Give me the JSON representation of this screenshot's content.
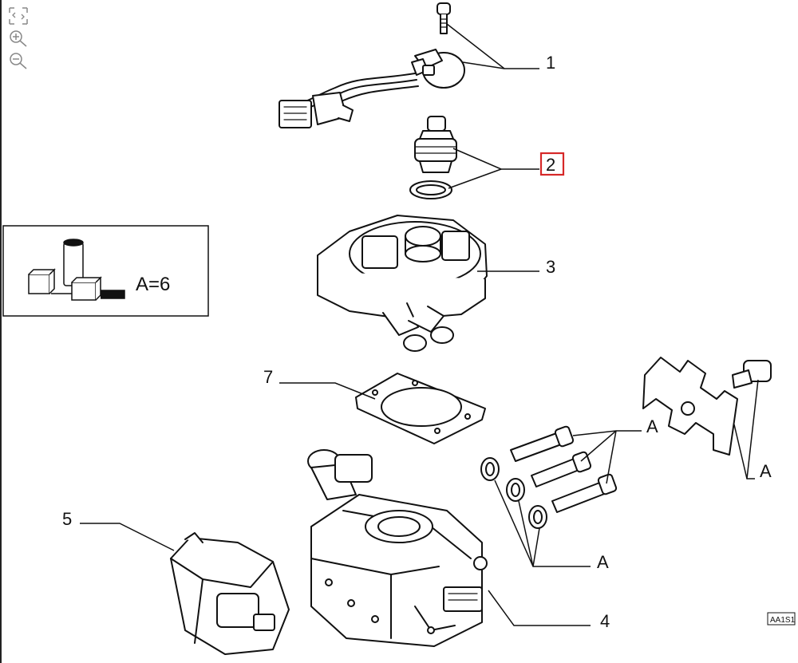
{
  "toolbar": {
    "buttons": [
      {
        "name": "fit-view-icon"
      },
      {
        "name": "zoom-in-icon"
      },
      {
        "name": "zoom-out-icon"
      }
    ]
  },
  "legend": {
    "text": "A=6"
  },
  "callouts": {
    "c1": "1",
    "c2": "2",
    "c3": "3",
    "c4": "4",
    "c5": "5",
    "c7": "7",
    "a": "A"
  },
  "reference_code": "AA1S1",
  "colors": {
    "line": "#111111",
    "highlight": "#d62828",
    "fill": "#ffffff"
  }
}
